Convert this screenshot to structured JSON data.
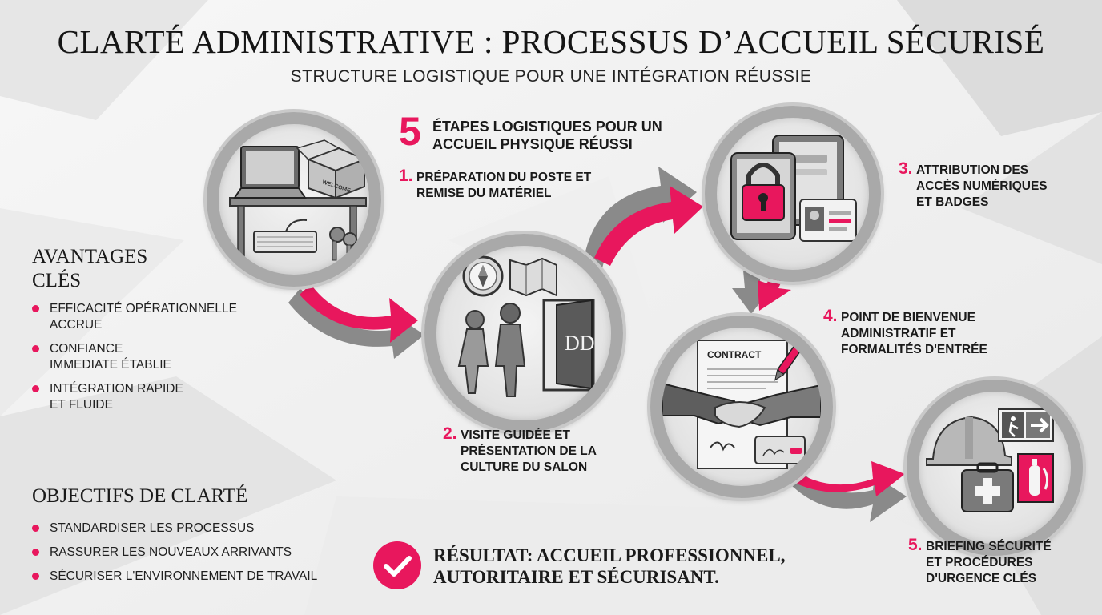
{
  "header": {
    "title": "CLARTÉ ADMINISTRATIVE : PROCESSUS D’ACCUEIL SÉCURISÉ",
    "subtitle": "STRUCTURE LOGISTIQUE POUR UNE INTÉGRATION RÉUSSIE"
  },
  "steps_heading": {
    "number": "5",
    "text": "ÉTAPES LOGISTIQUES POUR UN ACCUEIL PHYSIQUE RÉUSSI"
  },
  "steps": [
    {
      "number": "1.",
      "text": "PRÉPARATION DU POSTE ET REMISE DU MATÉRIEL"
    },
    {
      "number": "2.",
      "text": "VISITE GUIDÉE ET PRÉSENTATION DE LA CULTURE DU SALON"
    },
    {
      "number": "3.",
      "text": "ATTRIBUTION DES ACCÈS NUMÉRIQUES ET BADGES"
    },
    {
      "number": "4.",
      "text": "POINT DE BIENVENUE ADMINISTRATIF ET FORMALITÉS D'ENTRÉE"
    },
    {
      "number": "5.",
      "text": "BRIEFING SÉCURITÉ ET PROCÉDURES D'URGENCE CLÉS"
    }
  ],
  "avantages": {
    "heading": "AVANTAGES CLÉS",
    "items": [
      "EFFICACITÉ OPÉRATIONNELLE ACCRUE",
      "CONFIANCE IMMEDIATE ÉTABLIE",
      "INTÉGRATION RAPIDE ET FLUIDE"
    ]
  },
  "objectifs": {
    "heading": "OBJECTIFS DE CLARTÉ",
    "items": [
      "STANDARDISER LES PROCESSUS",
      "RASSURER LES NOUVEAUX ARRIVANTS",
      "SÉCURISER L'ENVIRONNEMENT DE TRAVAIL"
    ]
  },
  "result": {
    "text": "RÉSULTAT: ACCUEIL PROFESSIONNEL, AUTORITAIRE ET SÉCURISANT."
  },
  "illustrations": {
    "box_label": "WELCOME",
    "door_logo": "DD",
    "contract_label": "CONTRACT"
  },
  "colors": {
    "accent": "#e8175d",
    "ring": "#a9a9a9",
    "arrow_grey": "#8c8c8c"
  },
  "icons": {
    "step1": "desk-laptop-box-keys-icon",
    "step2": "compass-map-people-door-icon",
    "step3": "padlock-tablet-badge-icon",
    "step4": "contract-handshake-pen-icon",
    "step5": "helmet-firstaid-exit-extinguisher-icon",
    "result": "check-circle-icon"
  }
}
